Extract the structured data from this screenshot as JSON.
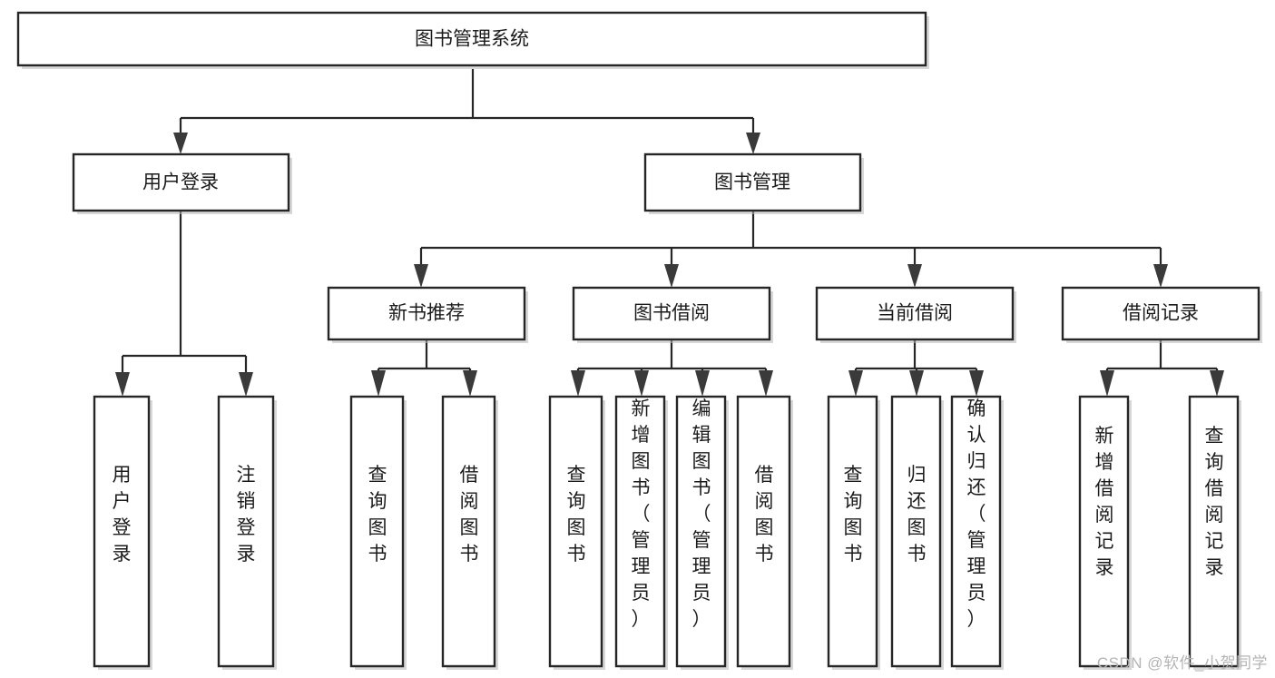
{
  "diagram": {
    "type": "tree-hierarchy",
    "title": "图书管理系统",
    "watermark": "CSDN @软件_小贺同学",
    "colors": {
      "stroke": "#262626",
      "fill": "#ffffff",
      "text": "#1b1b1b",
      "arrow": "#3a3a3a",
      "shadow": "#b8b8b8",
      "watermark": "#b4b4b4"
    },
    "levels": {
      "root": "图书管理系统",
      "level2": [
        "用户登录",
        "图书管理"
      ],
      "level3": [
        "新书推荐",
        "图书借阅",
        "当前借阅",
        "借阅记录"
      ]
    },
    "nodes": {
      "root": {
        "label": "图书管理系统",
        "orientation": "horizontal"
      },
      "user_login": {
        "label": "用户登录",
        "orientation": "horizontal"
      },
      "book_mgmt": {
        "label": "图书管理",
        "orientation": "horizontal"
      },
      "new_book_rec": {
        "label": "新书推荐",
        "orientation": "horizontal"
      },
      "book_borrow": {
        "label": "图书借阅",
        "orientation": "horizontal"
      },
      "current_borrow": {
        "label": "当前借阅",
        "orientation": "horizontal"
      },
      "borrow_record": {
        "label": "借阅记录",
        "orientation": "horizontal"
      },
      "leaf_user_login": {
        "label": "用户登录",
        "orientation": "vertical"
      },
      "leaf_logout": {
        "label": "注销登录",
        "orientation": "vertical"
      },
      "leaf_query_book_1": {
        "label": "查询图书",
        "orientation": "vertical"
      },
      "leaf_borrow_book_1": {
        "label": "借阅图书",
        "orientation": "vertical"
      },
      "leaf_query_book_2": {
        "label": "查询图书",
        "orientation": "vertical"
      },
      "leaf_add_book": {
        "label": "新增图书（管理员）",
        "orientation": "vertical"
      },
      "leaf_edit_book": {
        "label": "编辑图书（管理员）",
        "orientation": "vertical"
      },
      "leaf_borrow_book_2": {
        "label": "借阅图书",
        "orientation": "vertical"
      },
      "leaf_query_book_3": {
        "label": "查询图书",
        "orientation": "vertical"
      },
      "leaf_return_book": {
        "label": "归还图书",
        "orientation": "vertical"
      },
      "leaf_confirm_return": {
        "label": "确认归还（管理员）",
        "orientation": "vertical"
      },
      "leaf_add_record": {
        "label": "新增借阅记录",
        "orientation": "vertical"
      },
      "leaf_query_record": {
        "label": "查询借阅记录",
        "orientation": "vertical"
      }
    },
    "edges": [
      {
        "from": "图书管理系统",
        "to": "用户登录"
      },
      {
        "from": "图书管理系统",
        "to": "图书管理"
      },
      {
        "from": "用户登录",
        "to": "用户登录"
      },
      {
        "from": "用户登录",
        "to": "注销登录"
      },
      {
        "from": "图书管理",
        "to": "新书推荐"
      },
      {
        "from": "图书管理",
        "to": "图书借阅"
      },
      {
        "from": "图书管理",
        "to": "当前借阅"
      },
      {
        "from": "图书管理",
        "to": "借阅记录"
      },
      {
        "from": "新书推荐",
        "to": "查询图书"
      },
      {
        "from": "新书推荐",
        "to": "借阅图书"
      },
      {
        "from": "图书借阅",
        "to": "查询图书"
      },
      {
        "from": "图书借阅",
        "to": "新增图书（管理员）"
      },
      {
        "from": "图书借阅",
        "to": "编辑图书（管理员）"
      },
      {
        "from": "图书借阅",
        "to": "借阅图书"
      },
      {
        "from": "当前借阅",
        "to": "查询图书"
      },
      {
        "from": "当前借阅",
        "to": "归还图书"
      },
      {
        "from": "当前借阅",
        "to": "确认归还（管理员）"
      },
      {
        "from": "借阅记录",
        "to": "新增借阅记录"
      },
      {
        "from": "借阅记录",
        "to": "查询借阅记录"
      }
    ]
  }
}
